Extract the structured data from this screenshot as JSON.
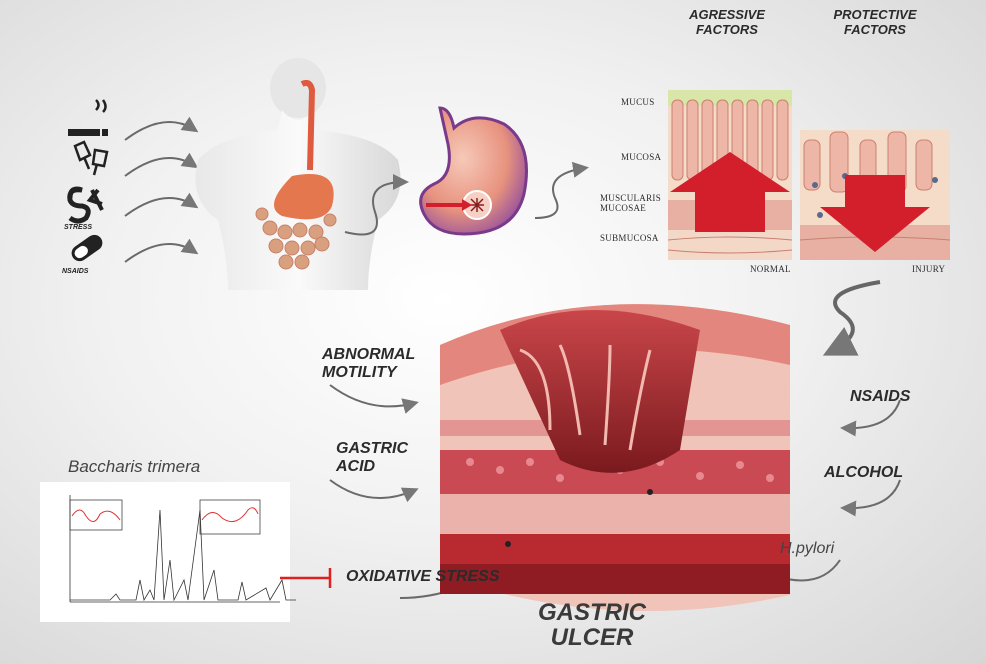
{
  "risk_factors": {
    "smoking": "smoking-icon",
    "alcohol": "alcohol-icon",
    "stress": "STRESS",
    "nsaids": "NSAIDS"
  },
  "mucosa": {
    "header_aggressive": "AGRESSIVE FACTORS",
    "header_protective": "PROTECTIVE FACTORS",
    "layers": [
      "MUCUS",
      "MUCOSA",
      "MUSCULARIS MUCOSAE",
      "SUBMUCOSA"
    ],
    "normal_label": "NORMAL",
    "injury_label": "INJURY"
  },
  "causes": {
    "abnormal_motility": "ABNORMAL MOTILITY",
    "gastric_acid": "GASTRIC ACID",
    "oxidative_stress": "OXIDATIVE STRESS",
    "nsaids": "NSAIDS",
    "alcohol": "ALCOHOL",
    "hpylori": "H.pylori"
  },
  "plant_name": "Baccharis trimera",
  "result_title": "GASTRIC ULCER",
  "colors": {
    "arrow_red": "#d31f2b",
    "tissue_pink": "#e8a4a0",
    "stomach_purple": "#8e4aa0",
    "inhibit_red": "#e02020"
  }
}
